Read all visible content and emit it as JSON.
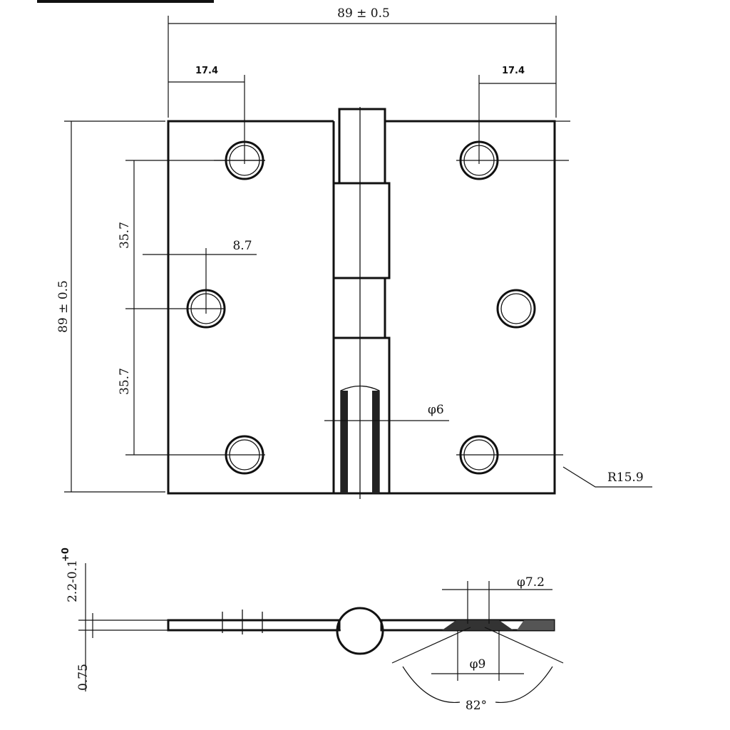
{
  "drawing": {
    "overall_width": "89 ± 0.5",
    "left_hole_offset": "17.4",
    "right_hole_offset": "17.4",
    "overall_height": "89 ± 0.5",
    "hole_spacing_upper": "35.7",
    "hole_spacing_lower": "35.7",
    "middle_hole_offset": "8.7",
    "pin_diameter": "φ6",
    "corner_radius": "R15.9",
    "countersink_inner_diameter": "φ7.2",
    "countersink_outer_diameter": "φ9",
    "countersink_angle": "82°",
    "thickness_total": "2.2-0.1",
    "thickness_tolerance_upper": "+0",
    "plate_thickness": "0.75"
  }
}
